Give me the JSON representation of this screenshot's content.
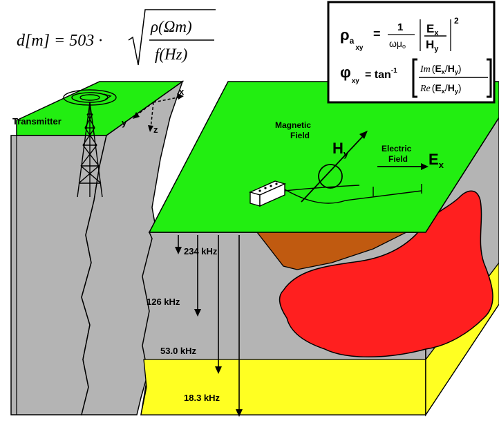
{
  "colors": {
    "surface": "#22ee11",
    "earth_side": "#b4b4b4",
    "conductive_layer": "#ffff22",
    "anomaly_body": "#ff1f1f",
    "weathered_zone": "#c05a10",
    "outline": "#000000"
  },
  "skin_depth_formula": {
    "lhs": "d[m] = 503 ·",
    "numerator": "ρ(Ωm)",
    "denominator": "f(Hz)"
  },
  "formula_box": {
    "rho_symbol": "ρ",
    "rho_sub": "a",
    "rho_subsub": "xy",
    "equals": "=",
    "one": "1",
    "omega_mu": "ωμ",
    "mu_sub": "o",
    "ex": "E",
    "ex_sub": "x",
    "hy": "H",
    "hy_sub": "y",
    "power": "2",
    "phi_symbol": "φ",
    "phi_sub": "xy",
    "tan_text": "= tan",
    "tan_power": "-1",
    "im": "Im",
    "re": "Re",
    "ratio_ex": "E",
    "ratio_ex_sub": "x",
    "ratio_slash": "/",
    "ratio_hy": "H",
    "ratio_hy_sub": "y"
  },
  "labels": {
    "transmitter": "Transmitter",
    "axis_x": "x",
    "axis_y": "y",
    "axis_z": "z",
    "magnetic_field_line1": "Magnetic",
    "magnetic_field_line2": "Field",
    "hy_main": "H",
    "hy_sub": "y",
    "electric_field_line1": "Electric",
    "electric_field_line2": "Field",
    "ex_main": "E",
    "ex_sub": "x"
  },
  "frequencies": [
    {
      "label": "234 kHz"
    },
    {
      "label": "126 kHz"
    },
    {
      "label": "53.0 kHz"
    },
    {
      "label": "18.3 kHz"
    }
  ]
}
